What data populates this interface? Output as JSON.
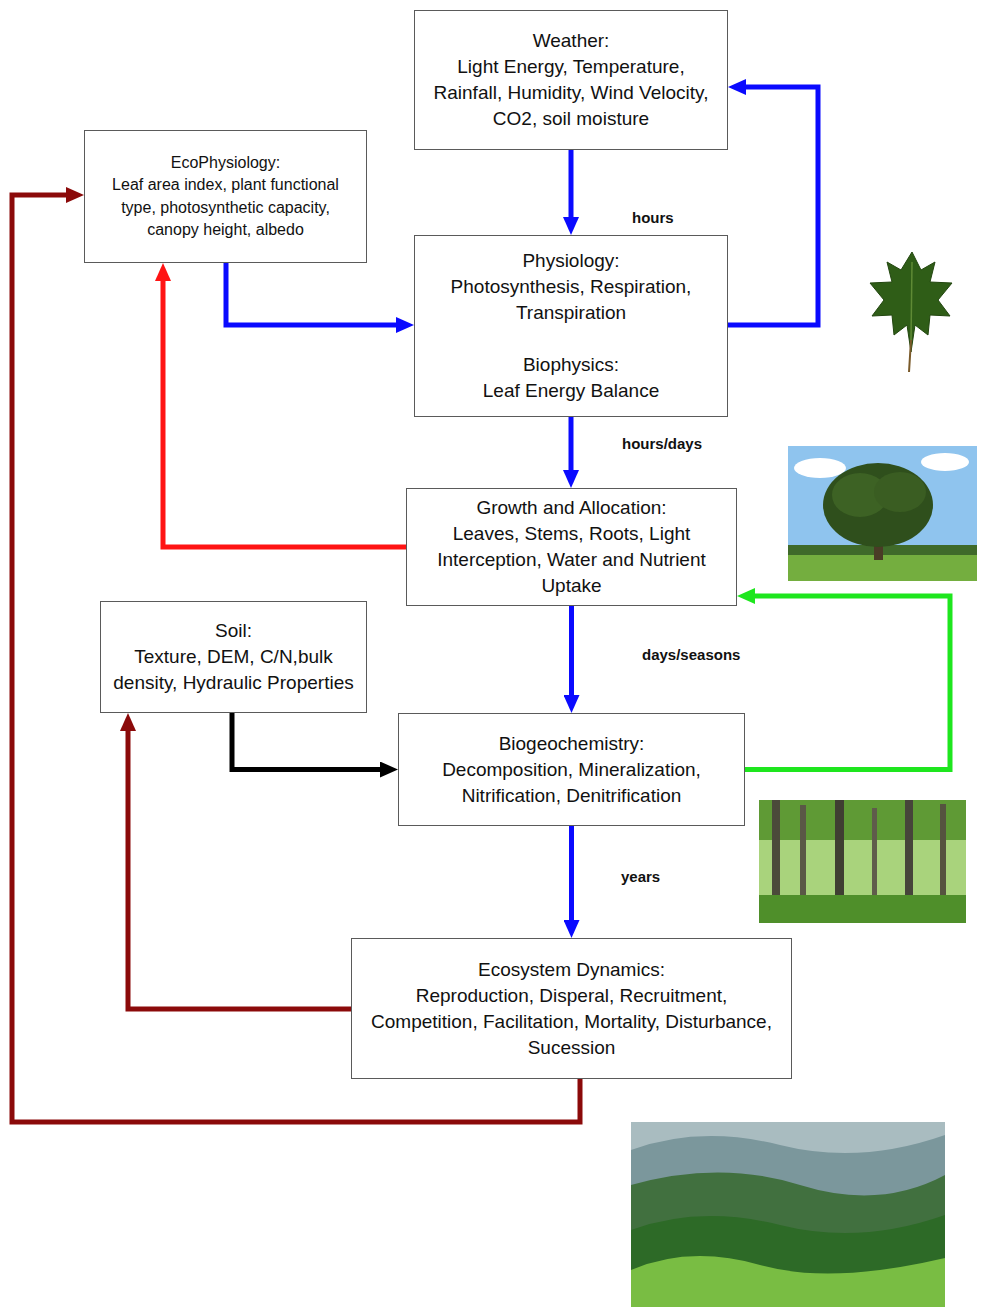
{
  "diagram": {
    "nodes": [
      {
        "text": [
          "Weather:",
          "Light Energy, Temperature, Rainfall, Humidity, Wind Velocity, CO2, soil moisture"
        ]
      },
      {
        "text": [
          "EcoPhysiology:",
          "Leaf area index, plant functional type, photosynthetic capacity, canopy height, albedo"
        ]
      },
      {
        "text": [
          "Physiology:",
          "Photosynthesis, Respiration, Transpiration",
          "Biophysics:",
          "Leaf Energy Balance"
        ]
      },
      {
        "text": [
          "Growth and Allocation:",
          "Leaves, Stems, Roots, Light Interception, Water and Nutrient Uptake"
        ]
      },
      {
        "text": [
          "Soil:",
          "Texture, DEM, C/N,bulk density, Hydraulic Properties"
        ]
      },
      {
        "text": [
          "Biogeochemistry:",
          "Decomposition, Mineralization, Nitrification, Denitrification"
        ]
      },
      {
        "text": [
          "Ecosystem Dynamics:",
          "Reproduction, Disperal, Recruitment, Competition, Facilitation, Mortality, Disturbance, Sucession"
        ]
      }
    ],
    "edges": [
      {
        "from": 0,
        "to": 2,
        "label": "hours",
        "arrow": "to"
      },
      {
        "from": 1,
        "to": 2,
        "arrow": "to"
      },
      {
        "from": 2,
        "to": 0,
        "arrow": "to"
      },
      {
        "from": 2,
        "to": 3,
        "label": "hours/days",
        "arrow": "to"
      },
      {
        "from": 3,
        "to": 1,
        "arrow": "to"
      },
      {
        "from": 3,
        "to": 5,
        "label": "days/seasons",
        "arrow": "to"
      },
      {
        "from": 4,
        "to": 5,
        "arrow": "to"
      },
      {
        "from": 5,
        "to": 3,
        "arrow": "to"
      },
      {
        "from": 5,
        "to": 6,
        "label": "years",
        "arrow": "to"
      },
      {
        "from": 6,
        "to": 4,
        "arrow": "to"
      },
      {
        "from": 6,
        "to": 1,
        "arrow": "to"
      }
    ]
  }
}
